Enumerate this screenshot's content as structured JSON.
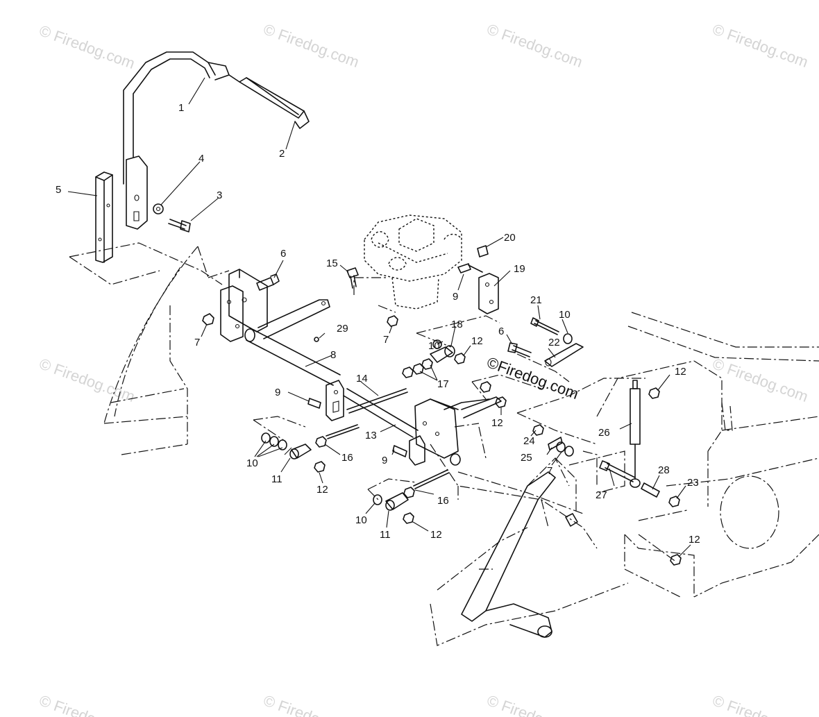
{
  "watermark": "© Firedog.com",
  "center_watermark": "©Firedog.com",
  "callouts": {
    "c1": "1",
    "c2": "2",
    "c3": "3",
    "c4": "4",
    "c5": "5",
    "c6a": "6",
    "c6b": "6",
    "c7a": "7",
    "c7b": "7",
    "c7c": "7",
    "c8": "8",
    "c9a": "9",
    "c9b": "9",
    "c9c": "9",
    "c10a": "10",
    "c10b": "10",
    "c10c": "10",
    "c10d": "10",
    "c11a": "11",
    "c11b": "11",
    "c12a": "12",
    "c12b": "12",
    "c12c": "12",
    "c12d": "12",
    "c12e": "12",
    "c12f": "12",
    "c13": "13",
    "c14": "14",
    "c15": "15",
    "c16a": "16",
    "c16b": "16",
    "c17": "17",
    "c18": "18",
    "c19": "19",
    "c20": "20",
    "c21": "21",
    "c22": "22",
    "c23": "23",
    "c24": "24",
    "c25": "25",
    "c26": "26",
    "c27": "27",
    "c28": "28",
    "c29": "29"
  },
  "colors": {
    "line": "#111111",
    "watermark": "#d4d4d4",
    "background": "#ffffff"
  }
}
